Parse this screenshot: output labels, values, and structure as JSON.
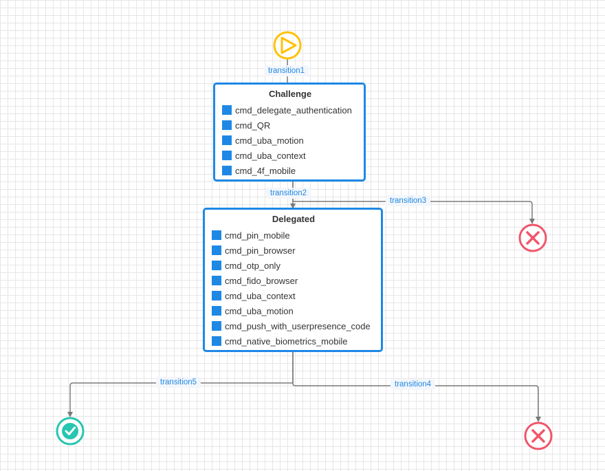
{
  "diagram": {
    "start_node": {
      "icon": "play-icon",
      "color": "#ffc107"
    },
    "nodes": [
      {
        "title": "Challenge",
        "commands": [
          "cmd_delegate_authentication",
          "cmd_QR",
          "cmd_uba_motion",
          "cmd_uba_context",
          "cmd_4f_mobile"
        ]
      },
      {
        "title": "Delegated",
        "commands": [
          "cmd_pin_mobile",
          "cmd_pin_browser",
          "cmd_otp_only",
          "cmd_fido_browser",
          "cmd_uba_context",
          "cmd_uba_motion",
          "cmd_push_with_userpresence_code",
          "cmd_native_biometrics_mobile"
        ]
      }
    ],
    "transitions": [
      {
        "label": "transition1",
        "from": "start",
        "to": "Challenge"
      },
      {
        "label": "transition2",
        "from": "Challenge",
        "to": "Delegated"
      },
      {
        "label": "transition3",
        "from": "Challenge",
        "to": "reject-1"
      },
      {
        "label": "transition4",
        "from": "Delegated",
        "to": "reject-2"
      },
      {
        "label": "transition5",
        "from": "Delegated",
        "to": "success"
      }
    ],
    "end_nodes": [
      {
        "id": "reject-1",
        "icon": "close-icon",
        "color": "#f0566a"
      },
      {
        "id": "reject-2",
        "icon": "close-icon",
        "color": "#f0566a"
      },
      {
        "id": "success",
        "icon": "checkmark-icon",
        "color": "#26c6b0"
      }
    ],
    "colors": {
      "node_border": "#1e88e5",
      "edge": "#7a7a7a",
      "label_text": "#1e88e5"
    }
  }
}
